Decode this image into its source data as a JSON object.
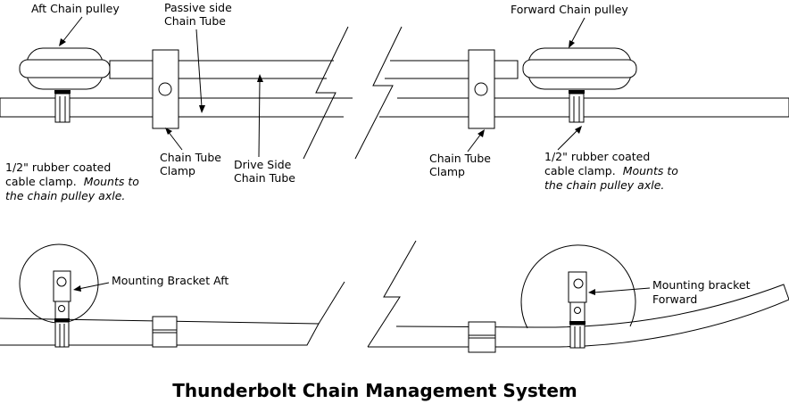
{
  "title": "Thunderbolt Chain Management System",
  "top_aft": {
    "aft_pulley": "Aft Chain pulley",
    "passive_tube": [
      "Passive side",
      "Chain Tube"
    ],
    "tube_clamp": [
      "Chain Tube",
      "Clamp"
    ],
    "drive_tube": [
      "Drive Side",
      "Chain Tube"
    ],
    "cable_clamp": [
      "1/2\" rubber coated",
      "cable clamp.",
      "Mounts to",
      "the chain pulley axle."
    ]
  },
  "top_forward": {
    "forward_pulley": "Forward Chain pulley",
    "tube_clamp": [
      "Chain Tube",
      "Clamp"
    ],
    "cable_clamp": [
      "1/2\" rubber coated",
      "cable clamp.",
      "Mounts to",
      "the chain pulley axle."
    ]
  },
  "bottom": {
    "bracket_aft": "Mounting Bracket Aft",
    "bracket_forward": [
      "Mounting bracket",
      "Forward"
    ]
  }
}
